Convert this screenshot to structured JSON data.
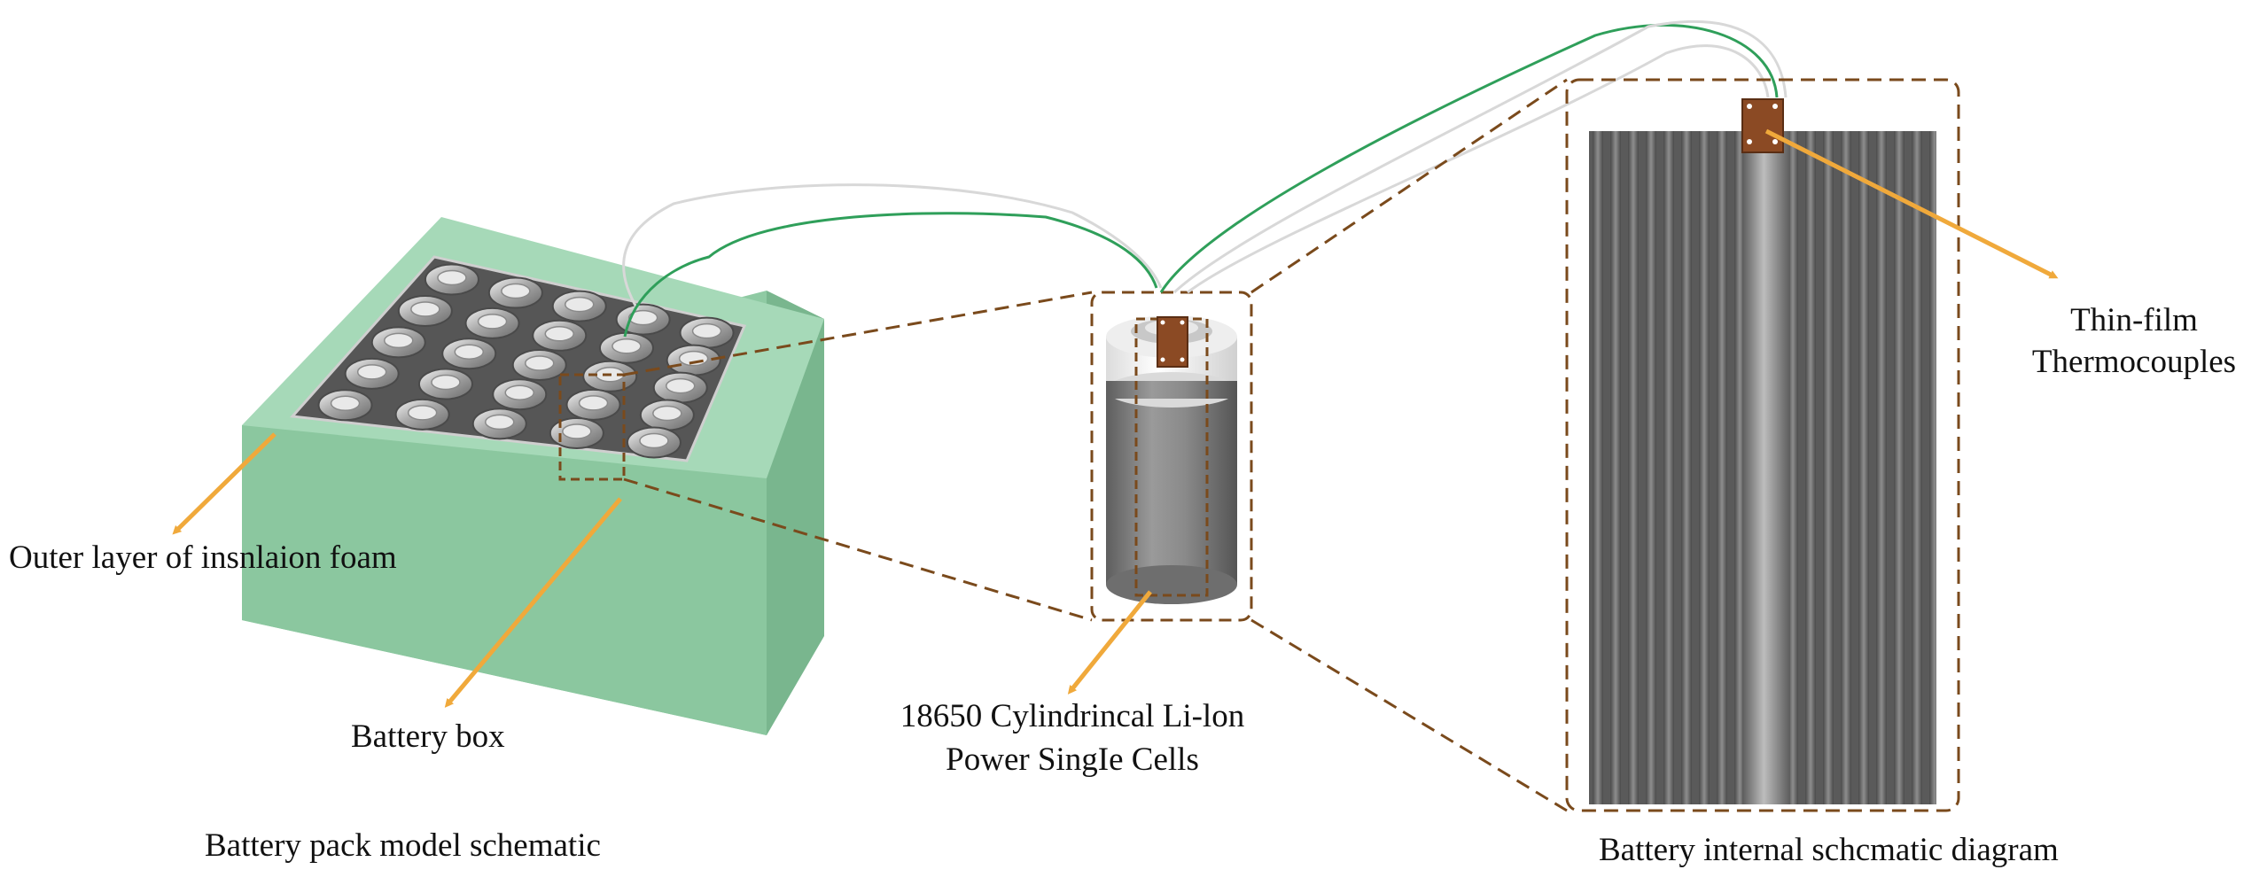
{
  "labels": {
    "foam": "Outer layer of insnlaion foam",
    "battery_box": "Battery box",
    "cell_line1": "18650 Cylindrincal Li-lon",
    "cell_line2": "Power SingIe Cells",
    "thermo_line1": "Thin-film",
    "thermo_line2": "Thermocouples"
  },
  "captions": {
    "pack": "Battery pack model schematic",
    "internal": "Battery internal schcmatic diagram"
  },
  "colors": {
    "foam_top": "#a6d9b8",
    "foam_front": "#8fcaa3",
    "foam_side": "#79b68e",
    "arrow": "#f0a93b",
    "dashed_box": "#7a4a1c",
    "wire_green": "#2f9f5a",
    "wire_white": "#d8d8d8",
    "sensor": "#8b4a24",
    "cell_gray": "#7d7d7d",
    "cell_white": "#f7f7f7"
  },
  "icons": [
    "battery-pack-icon",
    "cylindrical-cell-icon",
    "thermocouple-sensor-icon",
    "cell-cross-section-icon"
  ]
}
